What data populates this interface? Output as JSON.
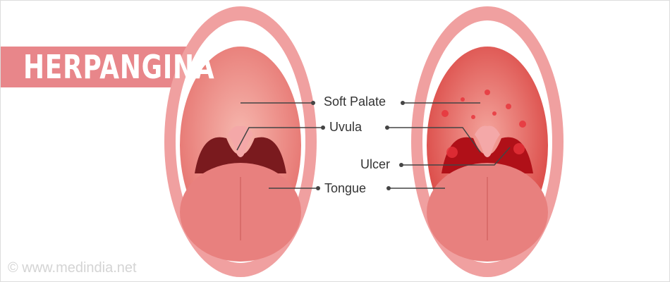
{
  "title": "HERPANGINA",
  "labels": {
    "soft_palate": "Soft Palate",
    "uvula": "Uvula",
    "ulcer": "Ulcer",
    "tongue": "Tongue"
  },
  "watermark": "©  www.medindia.net",
  "colors": {
    "banner": "#e8868a",
    "lip": "#f0a0a0",
    "throat": "#c81e28"
  }
}
